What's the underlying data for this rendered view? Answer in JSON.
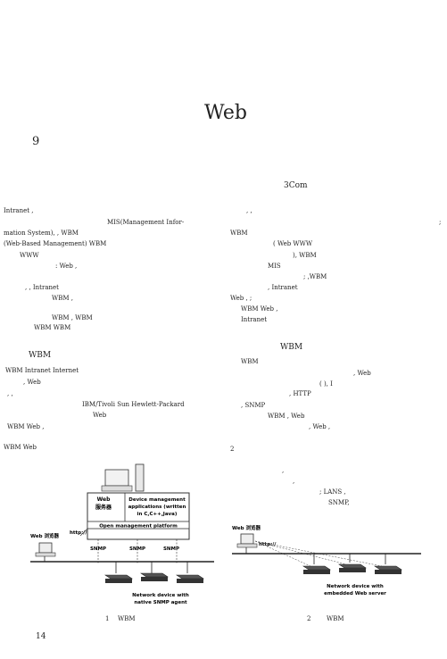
{
  "header": {
    "title": "Web",
    "issue": "9",
    "company": "3Com"
  },
  "left_col": {
    "lines": [
      "Intranet    ,",
      "MIS(Management Infor-",
      "mation System),   ,   WBM",
      "(Web-Based Management)    WBM",
      "WWW",
      ":    Web    ,",
      ",    ,    Intranet",
      "WBM    ,",
      "WBM    ,    WBM",
      "WBM    WBM"
    ],
    "section_title": "WBM",
    "section_lines": [
      "WBM    Intranet    Internet",
      ",    Web",
      ",    ,",
      "IBM/Tivoli  Sun  Hewlett-Packard",
      "Web",
      "WBM    Web    ,",
      "WBM    Web"
    ]
  },
  "right_col": {
    "lines": [
      ",    ,",
      ";",
      "WBM",
      "(    Web    WWW",
      "),    WBM",
      "MIS",
      ";    ,WBM",
      ",    Intranet",
      "Web    ,    ;",
      "WBM    Web    ,",
      "Intranet"
    ],
    "section_title": "WBM",
    "section_lines": [
      "WBM",
      ",    Web",
      "(  ),  I",
      ",    HTTP",
      ",    SNMP",
      "WBM    ,  Web",
      ",    Web  ,"
    ],
    "numbered": "2",
    "list_lines": [
      ",",
      ",",
      ";    LANS  ,",
      "SNMP,"
    ]
  },
  "figure1": {
    "web_server_label": "Web",
    "web_server_label2": "服务器",
    "apps_label": "Device management",
    "apps_label2": "applications (written",
    "apps_label3": "in C,C++,Java)",
    "platform_label": "Open management platform",
    "browser_label": "Web 浏览器",
    "http_label": "http://",
    "snmp1": "SNMP",
    "snmp2": "SNMP",
    "snmp3": "SNMP",
    "device_label": "Network device with",
    "device_label2": "native SNMP agent",
    "caption_num": "1",
    "caption": "WBM"
  },
  "figure2": {
    "browser_label": "Web 浏览器",
    "http_label": "http://",
    "device_label": "Network device with",
    "device_label2": "embedded Web server",
    "caption_num": "2",
    "caption": "WBM"
  },
  "footer": {
    "page_number": "14"
  }
}
